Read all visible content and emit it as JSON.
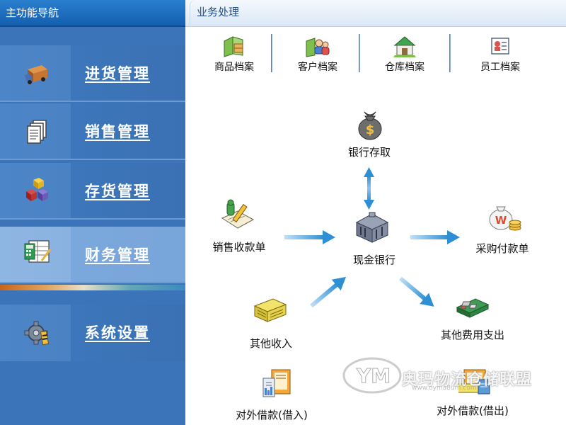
{
  "sidebar": {
    "title": "主功能导航",
    "items": [
      {
        "label": "进货管理",
        "icon": "delivery-truck-icon"
      },
      {
        "label": "销售管理",
        "icon": "documents-icon"
      },
      {
        "label": "存货管理",
        "icon": "stacked-blocks-icon"
      },
      {
        "label": "财务管理",
        "icon": "calculator-ledger-icon",
        "active": true
      },
      {
        "label": "系统设置",
        "icon": "gear-pencil-icon"
      }
    ]
  },
  "main": {
    "title": "业务处理",
    "archives": [
      {
        "label": "商品档案",
        "icon": "product-folder-icon"
      },
      {
        "label": "客户档案",
        "icon": "customer-group-icon"
      },
      {
        "label": "仓库档案",
        "icon": "warehouse-icon"
      },
      {
        "label": "员工档案",
        "icon": "employee-card-icon"
      }
    ],
    "flow": {
      "bank_deposit": "银行存取",
      "sales_receipt": "销售收款单",
      "cash_bank": "现金银行",
      "purchase_payment": "采购付款单",
      "other_income": "其他收入",
      "other_expense": "其他费用支出",
      "loan_in": "对外借款(借入)",
      "loan_out": "对外借款(借出)"
    }
  },
  "watermark": {
    "text": "奥玛物流仓储联盟",
    "url": "www.oyma8um.com"
  },
  "colors": {
    "sidebar": "#3b74b9",
    "active_item": "#79a6da",
    "arrow": "#3a9ad8"
  }
}
